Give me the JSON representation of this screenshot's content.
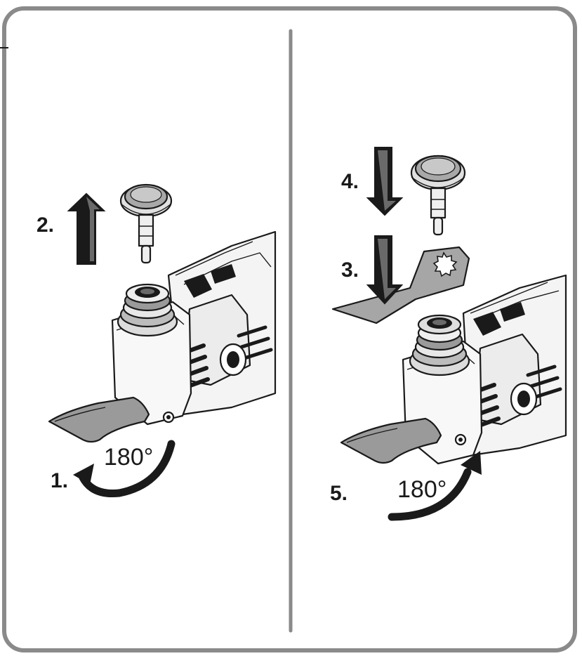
{
  "frame": {
    "border_color": "#8a8a8a",
    "divider_color": "#8a8a8a"
  },
  "left_panel": {
    "steps": [
      {
        "label": "1.",
        "action": "rotate"
      },
      {
        "label": "2.",
        "action": "lift"
      }
    ],
    "rotation_label": "180°"
  },
  "right_panel": {
    "steps": [
      {
        "label": "3.",
        "action": "insert"
      },
      {
        "label": "4.",
        "action": "press"
      },
      {
        "label": "5.",
        "action": "rotate"
      }
    ],
    "rotation_label": "180°"
  },
  "colors": {
    "ink": "#1a1a1a",
    "blade_gray": "#9a9a9a",
    "tool_body": "#f4f4f4",
    "frame": "#8a8a8a"
  },
  "icons": [
    "up-arrow-icon",
    "down-arrow-icon",
    "curved-arrow-icon",
    "clamp-screw-icon",
    "multitool-icon",
    "blade-icon"
  ]
}
